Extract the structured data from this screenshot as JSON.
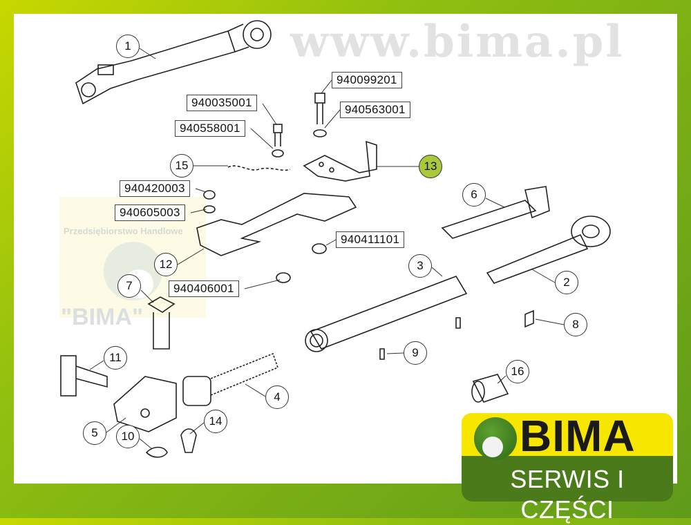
{
  "diagram": {
    "callouts": [
      "1",
      "2",
      "3",
      "4",
      "5",
      "6",
      "7",
      "8",
      "9",
      "10",
      "11",
      "12",
      "13",
      "14",
      "15",
      "16"
    ],
    "highlighted_callout": "13",
    "part_numbers": {
      "bolt_top": "940099201",
      "washer_top": "940563001",
      "bolt_left": "940035001",
      "washer_left": "940558001",
      "nut_a": "940420003",
      "washer_a": "940605003",
      "nut_b": "940411101",
      "nut_c": "940406001"
    }
  },
  "watermark": {
    "url": "www.bima.pl",
    "company": "Przedsiębiorstwo Handlowe",
    "name": "\"BIMA\""
  },
  "logo": {
    "name": "BIMA",
    "tagline": "SERWIS I CZĘŚCI",
    "colors": {
      "yellow": "#f6e600",
      "green": "#4a7a1a"
    }
  }
}
